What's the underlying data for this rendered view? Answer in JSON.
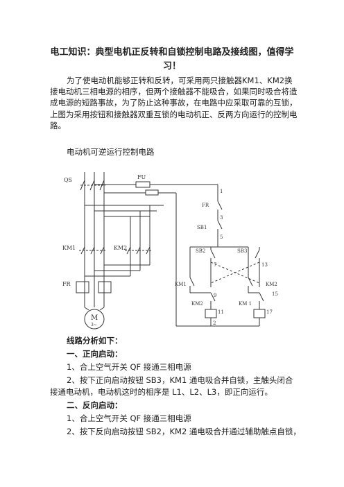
{
  "title_line1": "电工知识：典型电机正反转和自锁控制电路及接线图，值得学",
  "title_line2": "习！",
  "intro": "为了使电动机能够正转和反转，可采用两只接触器KM1、KM2换接电动机三相电源的相序，但两个接触器不能吸合，如果同时吸合将造成电源的短路事故，为了防止这种事故，在电路中应采取可靠的互锁，上图为采用按钮和接触器双重互锁的电动机正、反两方向运行的控制电路。",
  "diagram_caption": "电动机可逆运行控制电路",
  "diagram": {
    "qs": "QS",
    "fu": "FU",
    "km1": "KM1",
    "km2": "KM2",
    "fr": "FR",
    "motor_m": "M",
    "motor_sub": "3~",
    "n1": "1",
    "n3": "3",
    "n5": "5",
    "n7": "7",
    "n9": "9",
    "n11": "11",
    "n13": "13",
    "n15": "15",
    "n17": "17",
    "n2": "2",
    "sb1": "SB1",
    "sb2": "SB2",
    "sb3": "SB3",
    "ctl_fr": "FR",
    "ctl_km1_self": "KM1",
    "ctl_km2_self": "KM2",
    "ctl_km2_lock": "KM2",
    "ctl_km1_lock": "KM 1"
  },
  "analysis_heading": "线路分析如下：",
  "sec1_heading": "一、正向启动：",
  "sec1_item1": "1、合上空气开关 QF 接通三相电源",
  "sec1_item2_a": "2、按下正向启动按钮 SB3，KM1 通电吸合并自锁，主触头闭合",
  "sec1_item2_b": "接通电动机，电动机这时的相序是 L1、L2、L3，即正向运行。",
  "sec2_heading": "二、反向启动：",
  "sec2_item1": "1、合上空气开关 QF 接通三相电源",
  "sec2_item2_a": "2、按下反向启动按钮 SB2，KM2 通电吸合并通过辅助触点自锁，"
}
